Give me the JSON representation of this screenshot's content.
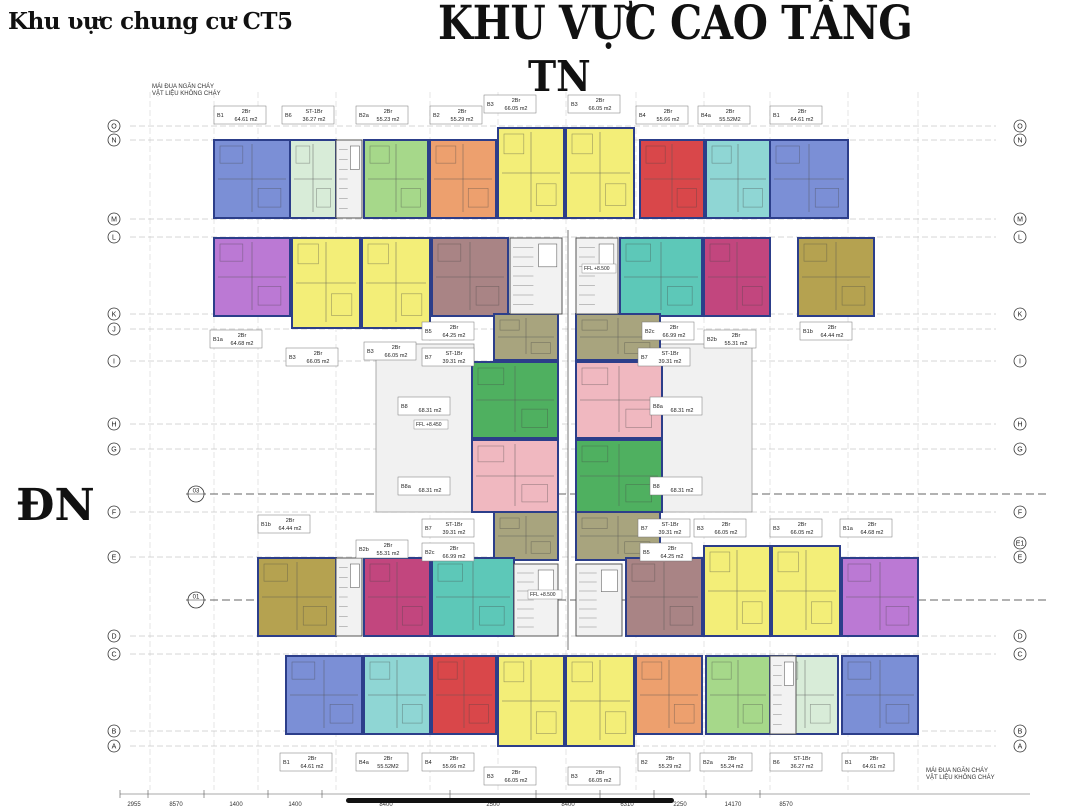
{
  "header": {
    "small_title": "Khu ʋực chung cư CT5",
    "big_title": "KHU VỰC CAO TẦNG"
  },
  "directions": {
    "north": "TN",
    "west": "ĐN"
  },
  "notes": {
    "top_left": [
      "MÁI ĐUA NGĂN CHÁY",
      "VẬT LIỆU KHÔNG CHÁY"
    ],
    "bottom_right": [
      "MÁI ĐUA NGĂN CHÁY",
      "VẬT LIỆU KHÔNG CHÁY"
    ]
  },
  "colors": {
    "blue": "#7b8fd6",
    "mint": "#d8ecd8",
    "green": "#a6d88a",
    "orange": "#eda06e",
    "yellow": "#f3ee78",
    "red": "#d9474a",
    "cyan": "#8fd6d4",
    "purple": "#bb79d4",
    "brown": "#a98485",
    "teal": "#5dc8b8",
    "magenta": "#c2467e",
    "khaki": "#b5a250",
    "olive": "#a8a47e",
    "salmon": "#eeb5b2",
    "dkgreen": "#4fb060",
    "pink": "#f0b8c0",
    "core": "#f2f2f2"
  },
  "grid_axes": {
    "left": [
      "O",
      "N",
      "M",
      "L",
      "K",
      "J",
      "I",
      "H",
      "G",
      "F",
      "E",
      "D",
      "C",
      "B",
      "A"
    ],
    "right": [
      "O",
      "N",
      "M",
      "L",
      "K",
      "I",
      "H",
      "G",
      "F",
      "E1",
      "E",
      "D",
      "C",
      "B",
      "A"
    ]
  },
  "axis_markers": [
    "03",
    "01"
  ],
  "ffl_labels": [
    "FFL +8.500",
    "FFL +8.450",
    "FFL +8.500"
  ],
  "bottom_dimensions": [
    "2955",
    "8570",
    "1400",
    "1400",
    "8400",
    "2500",
    "8400",
    "6310",
    "2250",
    "14170",
    "8570"
  ],
  "units": [
    {
      "code": "B1",
      "type": "2Br",
      "area": "64.61 m2",
      "color": "blue"
    },
    {
      "code": "B6",
      "type": "ST-1Br",
      "area": "36.27 m2",
      "color": "mint"
    },
    {
      "code": "B2a",
      "type": "2Br",
      "area": "55.23 m2",
      "color": "green"
    },
    {
      "code": "B2",
      "type": "2Br",
      "area": "55.29 m2",
      "color": "orange"
    },
    {
      "code": "B3",
      "type": "2Br",
      "area": "66.05 m2",
      "color": "yellow"
    },
    {
      "code": "B3",
      "type": "2Br",
      "area": "66.05 m2",
      "color": "yellow"
    },
    {
      "code": "B4",
      "type": "2Br",
      "area": "55.66 m2",
      "color": "red"
    },
    {
      "code": "B4a",
      "type": "2Br",
      "area": "55.52M2",
      "color": "cyan"
    },
    {
      "code": "B1",
      "type": "2Br",
      "area": "64.61 m2",
      "color": "blue"
    },
    {
      "code": "B1a",
      "type": "2Br",
      "area": "64.68 m2",
      "color": "purple"
    },
    {
      "code": "B3",
      "type": "2Br",
      "area": "66.05 m2",
      "color": "yellow"
    },
    {
      "code": "B3",
      "type": "2Br",
      "area": "66.05 m2",
      "color": "yellow"
    },
    {
      "code": "B5",
      "type": "2Br",
      "area": "64.25 m2",
      "color": "brown"
    },
    {
      "code": "B2c",
      "type": "2Br",
      "area": "66.99 m2",
      "color": "teal"
    },
    {
      "code": "B2b",
      "type": "2Br",
      "area": "55.31 m2",
      "color": "magenta"
    },
    {
      "code": "B1b",
      "type": "2Br",
      "area": "64.44 m2",
      "color": "khaki"
    },
    {
      "code": "B7",
      "type": "ST-1Br",
      "area": "39.31 m2",
      "color": "olive"
    },
    {
      "code": "B7",
      "type": "ST-1Br",
      "area": "39.31 m2",
      "color": "olive"
    },
    {
      "code": "B8",
      "type": "",
      "area": "68.31 m2",
      "color": "dkgreen"
    },
    {
      "code": "B8a",
      "type": "",
      "area": "68.31 m2",
      "color": "pink"
    },
    {
      "code": "B8a",
      "type": "",
      "area": "68.31 m2",
      "color": "pink"
    },
    {
      "code": "B8",
      "type": "",
      "area": "68.31 m2",
      "color": "dkgreen"
    },
    {
      "code": "B7",
      "type": "ST-1Br",
      "area": "39.31 m2",
      "color": "olive"
    },
    {
      "code": "B7",
      "type": "ST-1Br",
      "area": "39.31 m2",
      "color": "olive"
    },
    {
      "code": "B1b",
      "type": "2Br",
      "area": "64.44 m2",
      "color": "khaki"
    },
    {
      "code": "B2b",
      "type": "2Br",
      "area": "55.31 m2",
      "color": "magenta"
    },
    {
      "code": "B2c",
      "type": "2Br",
      "area": "66.99 m2",
      "color": "teal"
    },
    {
      "code": "B5",
      "type": "2Br",
      "area": "64.25 m2",
      "color": "brown"
    },
    {
      "code": "B3",
      "type": "2Br",
      "area": "66.05 m2",
      "color": "yellow"
    },
    {
      "code": "B3",
      "type": "2Br",
      "area": "66.05 m2",
      "color": "yellow"
    },
    {
      "code": "B1a",
      "type": "2Br",
      "area": "64.68 m2",
      "color": "purple"
    },
    {
      "code": "B1",
      "type": "2Br",
      "area": "64.61 m2",
      "color": "blue"
    },
    {
      "code": "B4a",
      "type": "2Br",
      "area": "55.52M2",
      "color": "cyan"
    },
    {
      "code": "B4",
      "type": "2Br",
      "area": "55.66 m2",
      "color": "red"
    },
    {
      "code": "B3",
      "type": "2Br",
      "area": "66.05 m2",
      "color": "yellow"
    },
    {
      "code": "B3",
      "type": "2Br",
      "area": "66.05 m2",
      "color": "yellow"
    },
    {
      "code": "B2",
      "type": "2Br",
      "area": "55.29 m2",
      "color": "orange"
    },
    {
      "code": "B2a",
      "type": "2Br",
      "area": "55.24 m2",
      "color": "green"
    },
    {
      "code": "B6",
      "type": "ST-1Br",
      "area": "36.27 m2",
      "color": "mint"
    },
    {
      "code": "B1",
      "type": "2Br",
      "area": "64.61 m2",
      "color": "blue"
    }
  ]
}
